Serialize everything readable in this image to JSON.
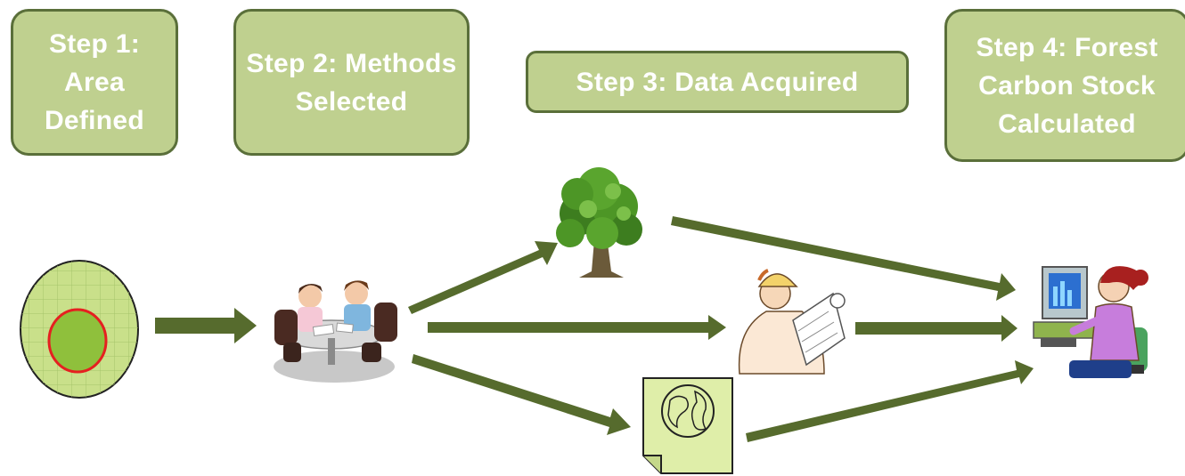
{
  "steps": [
    {
      "text": "Step 1: Area Defined"
    },
    {
      "text": "Step 2: Methods Selected"
    },
    {
      "text": "Step 3: Data Acquired"
    },
    {
      "text": "Step 4: Forest Carbon Stock Calculated"
    }
  ],
  "colors": {
    "step_fill": "#bfd08f",
    "step_border": "#5a6f3a",
    "arrow": "#566b2d",
    "area_fill": "#c9e08a",
    "area_boundary": "#e52020",
    "map_paper": "#dfeea9"
  },
  "icons": [
    "area-map-icon",
    "meeting-icon",
    "tree-icon",
    "surveyor-icon",
    "globe-document-icon",
    "computer-user-icon"
  ]
}
